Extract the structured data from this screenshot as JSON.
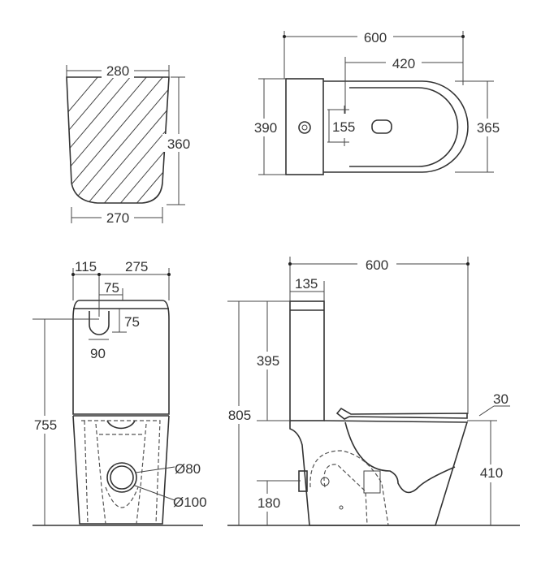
{
  "top_cistern_view": {
    "top_width": "280",
    "bottom_width": "270",
    "height": "360"
  },
  "plan_view": {
    "total_length": "600",
    "bowl_length": "420",
    "width_tank": "390",
    "width_bowl": "365",
    "fixing_spacing": "155"
  },
  "front_view": {
    "left_offset": "115",
    "right_offset": "275",
    "button_offset": "75",
    "button_depth": "75",
    "button_width": "90",
    "total_height": "755",
    "outlet_inner": "Ø80",
    "outlet_outer": "Ø100"
  },
  "side_view": {
    "total_length": "600",
    "tank_depth": "135",
    "total_height": "805",
    "tank_height": "395",
    "seat_thickness": "30",
    "seat_height": "410",
    "inlet_height": "180"
  }
}
